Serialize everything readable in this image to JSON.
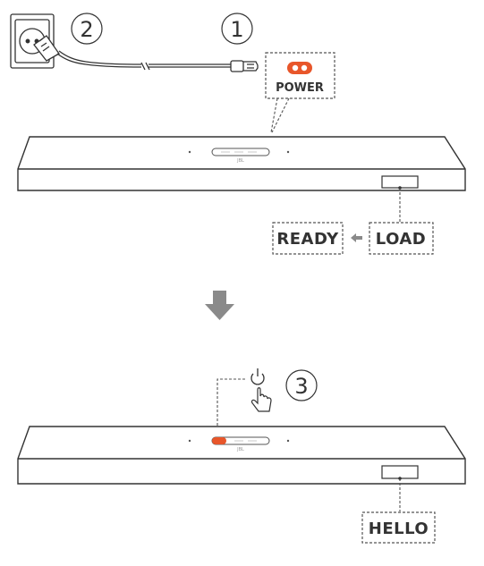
{
  "steps": {
    "one": "1",
    "two": "2",
    "three": "3"
  },
  "power_label": "POWER",
  "display_states": {
    "ready": "READY",
    "load": "LOAD",
    "hello": "HELLO"
  },
  "brand_logo": "JBL",
  "colors": {
    "accent": "#e8562a",
    "line": "#333333",
    "arrow": "#8a8a8a"
  },
  "icons": [
    "wall-socket-icon",
    "power-plug-icon",
    "power-connector-icon",
    "power-symbol-icon",
    "finger-press-icon",
    "down-arrow-icon",
    "left-arrow-icon"
  ]
}
